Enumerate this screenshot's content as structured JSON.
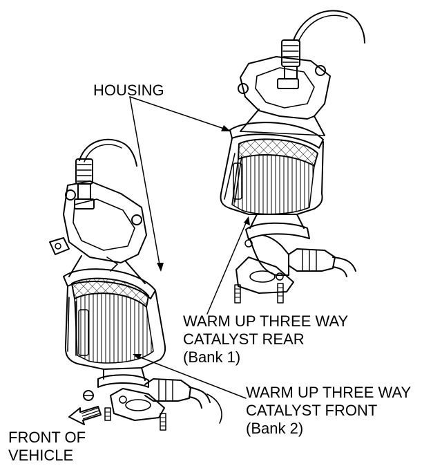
{
  "labels": {
    "housing": "HOUSING",
    "rear": {
      "line1": "WARM UP THREE WAY",
      "line2": "CATALYST REAR",
      "line3": "(Bank 1)"
    },
    "front": {
      "line1": "WARM UP THREE WAY",
      "line2": "CATALYST FRONT",
      "line3": "(Bank 2)"
    },
    "direction": {
      "line1": "FRONT OF",
      "line2": "VEHICLE"
    }
  },
  "colors": {
    "ink": "#000000",
    "paper": "#ffffff"
  },
  "icons": [
    "direction-arrow-icon",
    "oxygen-sensor-icon",
    "mounting-stud-icon"
  ]
}
